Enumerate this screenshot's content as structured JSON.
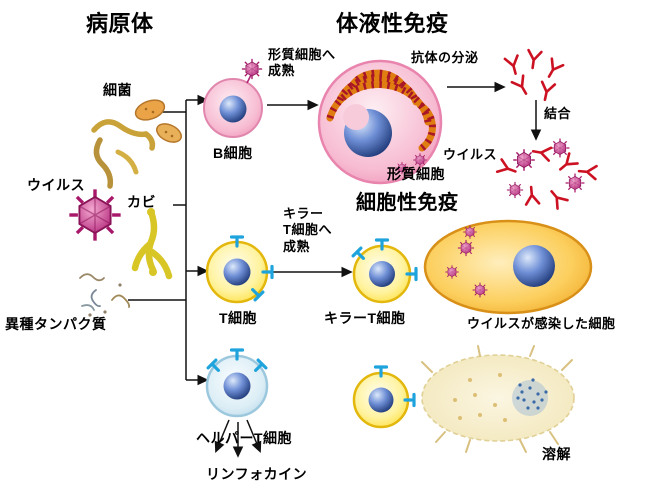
{
  "headings": {
    "pathogen": "病原体",
    "humoral_immunity": "体液性免疫",
    "cellular_immunity": "細胞性免疫"
  },
  "pathogens": {
    "bacteria": "細菌",
    "virus": "ウイルス",
    "mold": "カビ",
    "foreign_protein": "異種タンパク質"
  },
  "humoral": {
    "b_cell": "B細胞",
    "maturation_to_plasma": "形質細胞へ\n成熟",
    "antibody_secretion": "抗体の分泌",
    "binding": "結合",
    "virus": "ウイルス",
    "plasma_cell": "形質細胞"
  },
  "cellular": {
    "maturation_to_killer": "キラー\nT細胞へ\n成熟",
    "t_cell": "T細胞",
    "killer_t_cell": "キラーT細胞",
    "infected_cell": "ウイルスが感染した細胞",
    "helper_t_cell": "ヘルパーT細胞",
    "lymphokine": "リンフォカイン",
    "lysis": "溶解"
  },
  "colors": {
    "b_cell_pink": "#f7bcd2",
    "t_cell_yellow": "#ffe14d",
    "helper_t_blue": "#d6eaf4",
    "infected_cell_orange": "#f5b942",
    "virus_magenta": "#c43a8a",
    "antibody_red": "#cc1122",
    "receptor_blue": "#1fa3dc",
    "nucleus_blue": "#2a4f9e",
    "er_orange": "#df7d10"
  }
}
